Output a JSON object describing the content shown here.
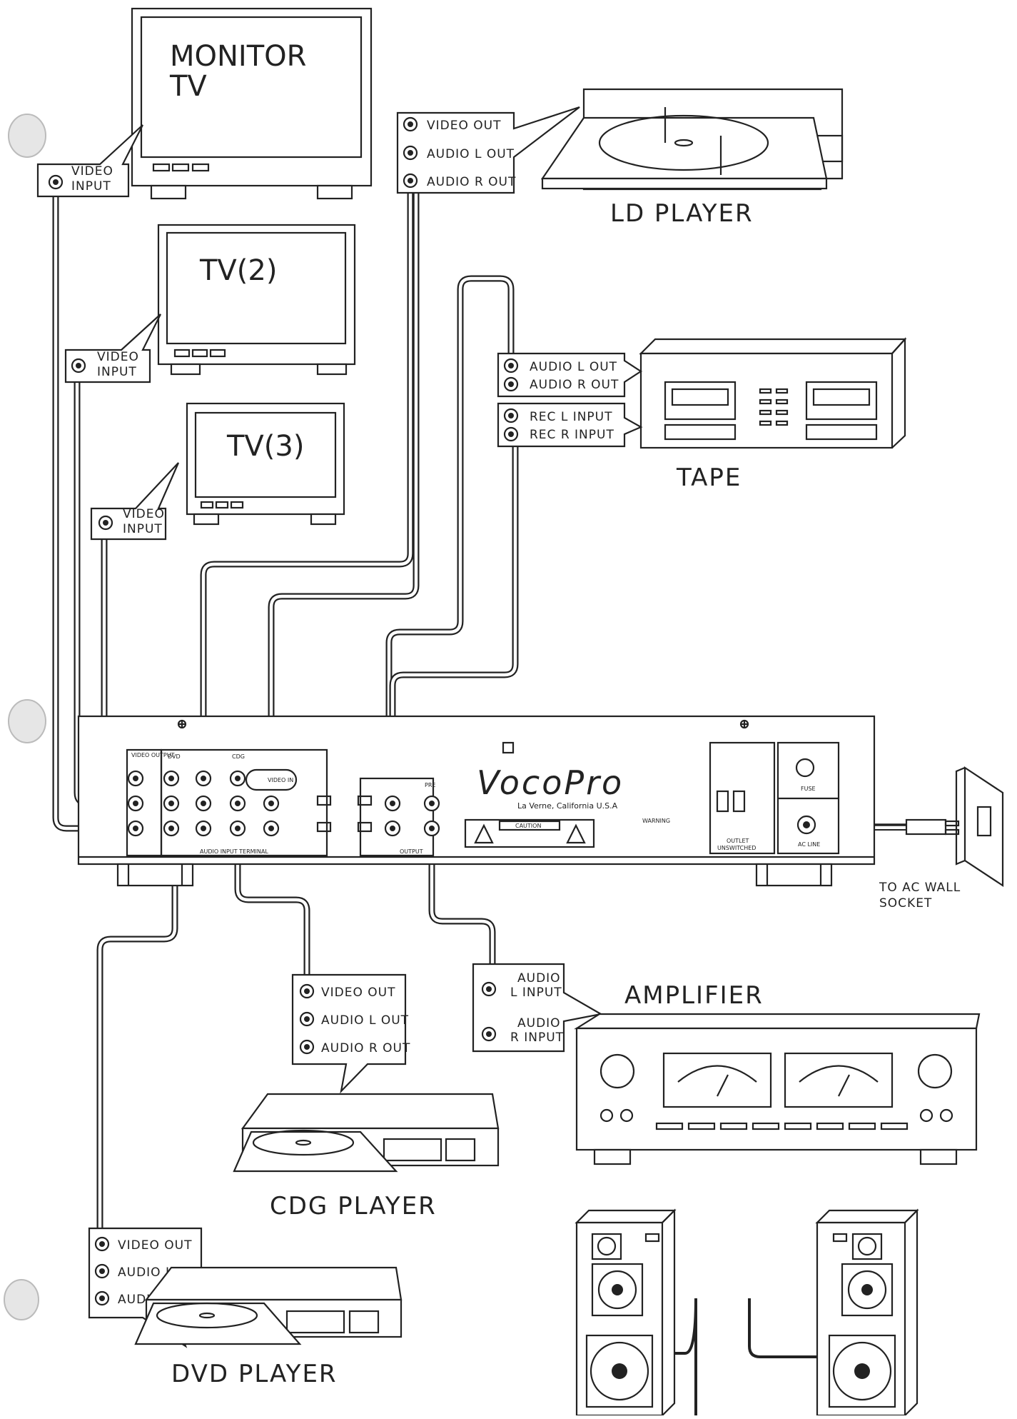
{
  "devices": {
    "monitor": {
      "line1": "MONITOR",
      "line2": "TV"
    },
    "tv2": "TV(2)",
    "tv3": "TV(3)",
    "ld_player": "LD  PLAYER",
    "tape": "TAPE",
    "amplifier": "AMPLIFIER",
    "cdg_player": "CDG  PLAYER",
    "dvd_player": "DVD  PLAYER"
  },
  "callouts": {
    "video_input_1": {
      "line1": "VIDEO",
      "line2": "INPUT"
    },
    "video_input_2": {
      "line1": "VIDEO",
      "line2": "INPUT"
    },
    "video_input_3": {
      "line1": "VIDEO",
      "line2": "INPUT"
    },
    "ld": [
      "VIDEO  OUT",
      "AUDIO  L  OUT",
      "AUDIO  R  OUT"
    ],
    "tape_out": [
      "AUDIO  L  OUT",
      "AUDIO  R  OUT"
    ],
    "tape_in": [
      "REC  L  INPUT",
      "REC  R  INPUT"
    ],
    "cdg": [
      "VIDEO  OUT",
      "AUDIO  L  OUT",
      "AUDIO  R  OUT"
    ],
    "dvd": [
      "VIDEO  OUT",
      "AUDIO  L  OUT",
      "AUDIO  R  OUT"
    ],
    "amp": {
      "l1": "AUDIO",
      "l2": "L  INPUT",
      "r1": "AUDIO",
      "r2": "R  INPUT"
    }
  },
  "panel": {
    "brand": "VocoPro",
    "location": "La Verne, California U.S.A",
    "video_output": "VIDEO OUTPUT",
    "dvd": "DVD",
    "cdg": "CDG",
    "video_in": "VIDEO IN",
    "audio_input_terminal": "AUDIO INPUT TERMINAL",
    "pre": "PRE",
    "output": "OUTPUT",
    "caution": "CAUTION",
    "warning": "WARNING",
    "outlet": "OUTLET",
    "unswitched": "UNSWITCHED",
    "fuse": "FUSE",
    "ac_line": "AC LINE",
    "wall_line1": "TO  AC  WALL",
    "wall_line2": "SOCKET"
  }
}
